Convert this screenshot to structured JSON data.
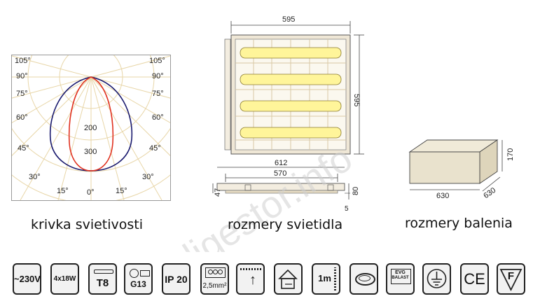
{
  "polar": {
    "angle_labels_left": [
      "105°",
      "90°",
      "75°",
      "60°",
      "45°",
      "30°",
      "15°"
    ],
    "angle_labels_right": [
      "105°",
      "90°",
      "75°",
      "60°",
      "45°",
      "30°",
      "15°"
    ],
    "angle_bottom": "0°",
    "radial_labels": [
      "200",
      "300"
    ]
  },
  "fixture": {
    "width": "595",
    "height": "595",
    "side_width": "612",
    "side_inner": "570",
    "side_height": "47",
    "side_right": "80",
    "side_gap": "5"
  },
  "box": {
    "height": "170",
    "width": "630",
    "depth": "630"
  },
  "captions": {
    "curve": "krivka svietivosti",
    "fixture": "rozmery svietidla",
    "package": "rozmery balenia"
  },
  "watermark": "digestor.info",
  "icons": {
    "voltage": "~230V",
    "lamps": "4x18W",
    "tube": "T8",
    "socket": "G13",
    "ip": "IP 20",
    "wire": "2,5mm²",
    "ballast_top": "EVG",
    "ballast_bottom": "BALAST",
    "distance": "1m",
    "ce": "CE",
    "f": "F"
  },
  "colors": {
    "curve_outer": "#1a1a6e",
    "curve_inner": "#e0301e",
    "tube": "#fff59a",
    "grid": "#e6d7b0"
  }
}
